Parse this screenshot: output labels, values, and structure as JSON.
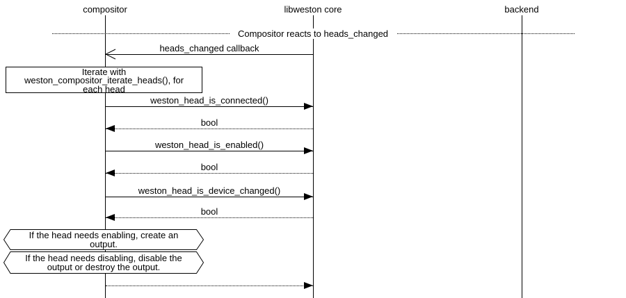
{
  "diagram_title": "Compositor reacts to heads_changed",
  "colors": {
    "foreground": "#000000",
    "background": "#ffffff"
  },
  "actors": [
    "compositor",
    "libweston core",
    "backend"
  ],
  "divider": {
    "label": "Compositor reacts to heads_changed"
  },
  "messages": [
    {
      "label": "heads_changed callback",
      "from": "libweston core",
      "to": "compositor",
      "line": "solid",
      "head": "open"
    },
    {
      "label": "weston_head_is_connected()",
      "from": "compositor",
      "to": "libweston core",
      "line": "solid",
      "head": "filled"
    },
    {
      "label": "bool",
      "from": "libweston core",
      "to": "compositor",
      "line": "dotted",
      "head": "filled"
    },
    {
      "label": "weston_head_is_enabled()",
      "from": "compositor",
      "to": "libweston core",
      "line": "solid",
      "head": "filled"
    },
    {
      "label": "bool",
      "from": "libweston core",
      "to": "compositor",
      "line": "dotted",
      "head": "filled"
    },
    {
      "label": "weston_head_is_device_changed()",
      "from": "compositor",
      "to": "libweston core",
      "line": "solid",
      "head": "filled"
    },
    {
      "label": "bool",
      "from": "libweston core",
      "to": "compositor",
      "line": "dotted",
      "head": "filled"
    },
    {
      "label": "",
      "from": "compositor",
      "to": "libweston core",
      "line": "dotted",
      "head": "filled"
    }
  ],
  "notes": {
    "iterate_note": {
      "lines": [
        "Iterate with",
        "weston_compositor_iterate_heads(), for",
        "each head"
      ]
    },
    "enable_note": {
      "lines": [
        "If the head needs enabling, create an",
        "output."
      ]
    },
    "disable_note": {
      "lines": [
        "If the head needs disabling, disable the",
        "output or destroy the output."
      ]
    }
  }
}
